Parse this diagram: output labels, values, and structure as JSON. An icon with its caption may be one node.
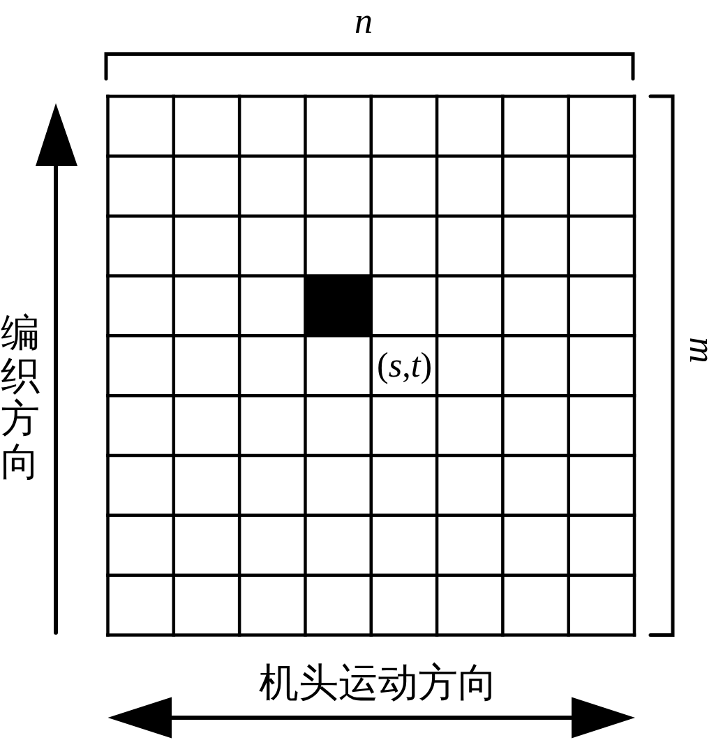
{
  "diagram": {
    "labels": [
      "n",
      "m",
      "编织方向",
      "(*s*,*t*)",
      "机头运动方向"
    ]
  }
}
